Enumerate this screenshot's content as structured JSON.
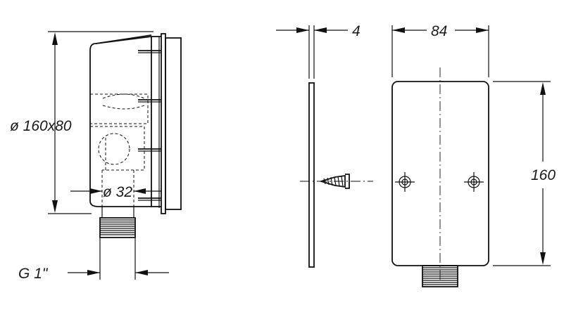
{
  "labels": {
    "body_size": "ø 160x80",
    "pipe_diameter": "ø 32",
    "thread": "G 1\"",
    "plate_thickness": "4",
    "cover_width": "84",
    "cover_height": "160"
  }
}
